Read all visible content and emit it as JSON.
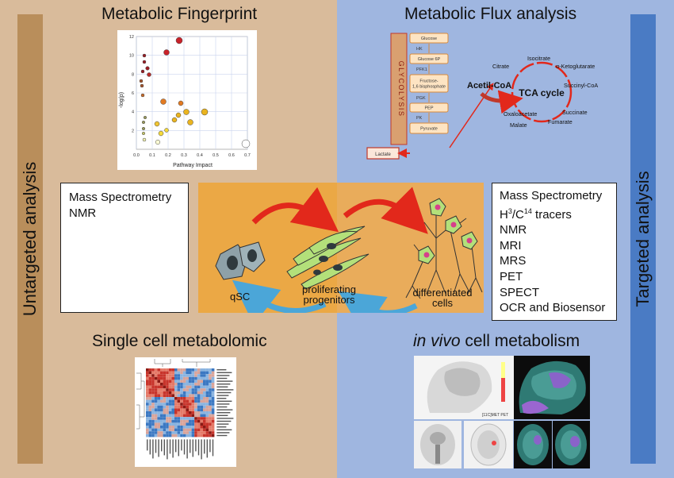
{
  "titles": {
    "left_top": "Metabolic Fingerprint",
    "right_top": "Metabolic Flux analysis",
    "left_bottom": "Single cell metabolomic",
    "right_bottom_italic": "in vivo",
    "right_bottom_rest": " cell metabolism"
  },
  "side": {
    "left": "Untargeted analysis",
    "right": "Targeted analysis"
  },
  "untargeted_methods": [
    "Mass Spectrometry",
    "NMR"
  ],
  "targeted_methods": {
    "first": "Mass Spectrometry",
    "tracer_h": "H",
    "tracer_h_sup": "3",
    "tracer_c": "/C",
    "tracer_c_sup": "14",
    "tracer_rest": " tracers",
    "rest": [
      "NMR",
      "MRI",
      "MRS",
      "PET",
      "SPECT",
      "OCR and Biosensor"
    ]
  },
  "cells": {
    "qsc": "qSC",
    "prolif_1": "proliferating",
    "prolif_2": "progenitors",
    "diff_1": "differentiated",
    "diff_2": "cells"
  },
  "scatter": {
    "ylabel": "-log(p)",
    "xlabel": "Pathway Impact",
    "xticks": [
      "0.0",
      "0.1",
      "0.2",
      "0.3",
      "0.4",
      "0.5",
      "0.6",
      "0.7"
    ],
    "yticks": [
      "2",
      "4",
      "6",
      "8",
      "10",
      "12"
    ]
  },
  "glycolysis": {
    "label": "GLYCOLYSIS",
    "steps": [
      "Glucose",
      "HK",
      "Glucose 6P",
      "PFK1",
      "Fructose-\n1,6 bisphosphate",
      "PGK",
      "PEP",
      "PK",
      "Pyruvate"
    ],
    "lactate": "Lactate"
  },
  "tca": {
    "center": "TCA cycle",
    "acetyl": "Acetil-CoA",
    "metabolites": [
      "Citrate",
      "Isocitrate",
      "α-Ketoglutarate",
      "Succinyl-CoA",
      "Succinate",
      "Fumarate",
      "Malate",
      "Oxaloacetate"
    ]
  },
  "pet_label": "[11C]MET PET",
  "colors": {
    "left_panel": "#d9bb9b",
    "right_panel": "#9fb6e0",
    "left_bar": "#b98e5b",
    "right_bar": "#4a7bc4",
    "center_panel": "#eba845",
    "red_arrow": "#e2281b",
    "blue_arrow": "#4ba6d8"
  }
}
